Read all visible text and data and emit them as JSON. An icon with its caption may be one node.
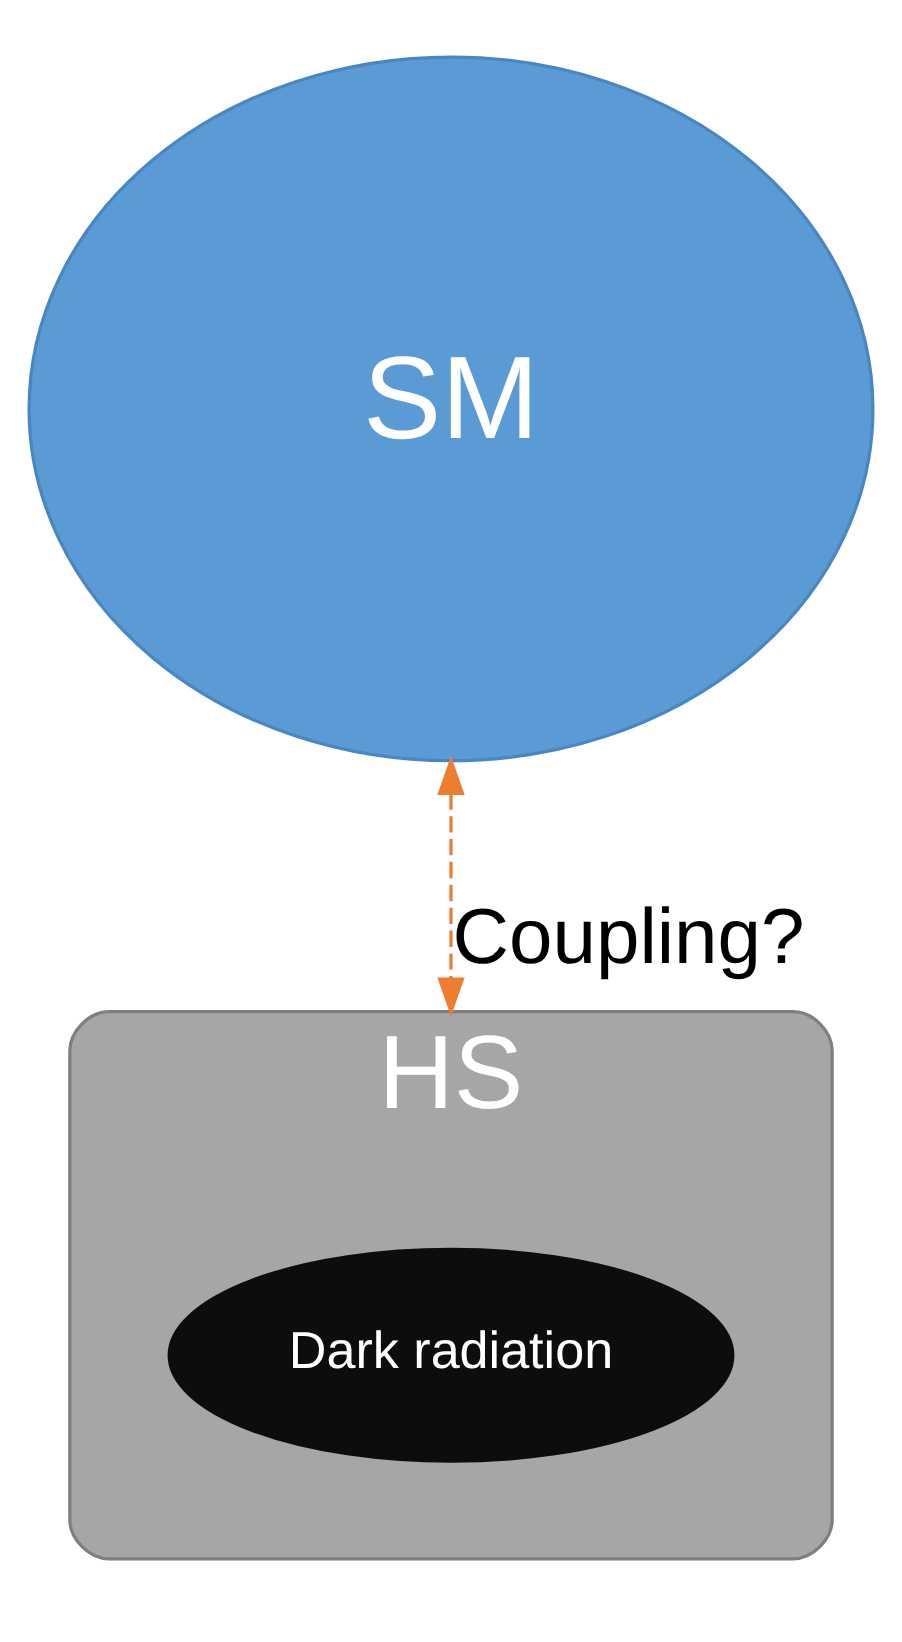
{
  "diagram": {
    "nodes": [
      {
        "text": [
          "SM"
        ]
      },
      {
        "text": [
          "HS"
        ]
      },
      {
        "text": [
          "Dark radiation"
        ],
        "in": 1
      }
    ],
    "edges": [
      {
        "from": 0,
        "to": 1,
        "arrow": "both",
        "label": "Coupling?",
        "style": "dashed",
        "color": "#ed7d31"
      }
    ]
  }
}
